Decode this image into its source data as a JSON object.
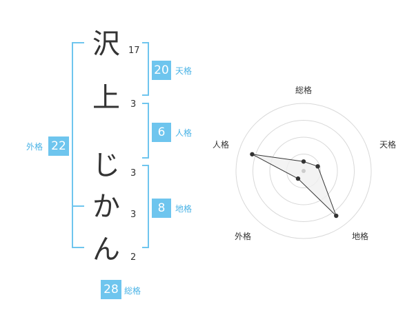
{
  "name": {
    "characters": [
      {
        "char": "沢",
        "strokes": "17"
      },
      {
        "char": "上",
        "strokes": "3"
      },
      {
        "char": "じ",
        "strokes": "3"
      },
      {
        "char": "か",
        "strokes": "3"
      },
      {
        "char": "ん",
        "strokes": "2"
      }
    ]
  },
  "fortunes": {
    "tenkaku": {
      "value": "20",
      "label": "天格"
    },
    "jinkaku": {
      "value": "6",
      "label": "人格"
    },
    "chikaku": {
      "value": "8",
      "label": "地格"
    },
    "gaikaku": {
      "value": "22",
      "label": "外格"
    },
    "soukaku": {
      "value": "28",
      "label": "総格"
    }
  },
  "radar": {
    "labels": {
      "top": "総格",
      "right": "天格",
      "bottom_right": "地格",
      "bottom_left": "外格",
      "left": "人格"
    },
    "levels": 4,
    "values": {
      "soukaku": 0.14,
      "tenkaku": 0.22,
      "chikaku": 0.82,
      "gaikaku": 0.14,
      "jinkaku": 0.8
    }
  },
  "colors": {
    "accent": "#6ec5ee",
    "accent_text": "#4ab3e6",
    "text": "#333333",
    "grid": "#d8d8d8",
    "polygon_fill": "#f0f0f0",
    "point": "#333333"
  }
}
